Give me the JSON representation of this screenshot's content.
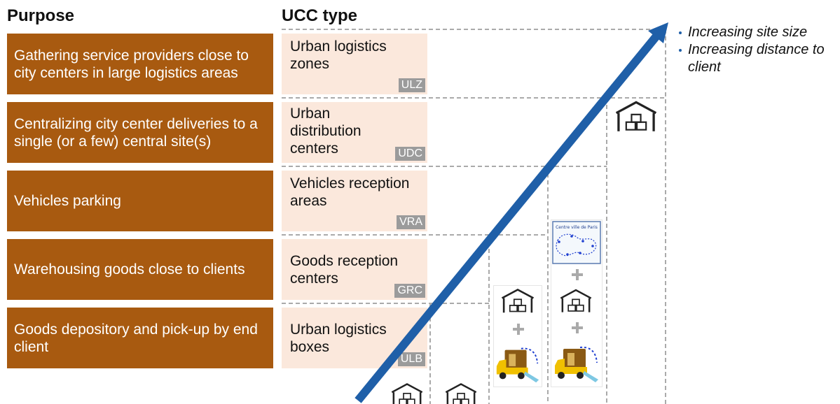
{
  "headings": {
    "purpose": "Purpose",
    "ucc_type": "UCC type"
  },
  "rows": [
    {
      "purpose": "Gathering service providers close to city centers in large logistics areas",
      "ucc": "Urban logistics zones",
      "code": "ULZ"
    },
    {
      "purpose": "Centralizing city center deliveries to a single (or a few) central site(s)",
      "ucc": "Urban distribution centers",
      "code": "UDC"
    },
    {
      "purpose": "Vehicles parking",
      "ucc": "Vehicles reception areas",
      "code": "VRA"
    },
    {
      "purpose": "Warehousing goods close to clients",
      "ucc": "Goods reception centers",
      "code": "GRC"
    },
    {
      "purpose": "Goods depository and pick-up by end client",
      "ucc": "Urban logistics boxes",
      "code": "ULB"
    }
  ],
  "notes": [
    "Increasing site size",
    "Increasing distance to client"
  ],
  "map_label": "Centre ville de Paris",
  "icons": {
    "warehouse": "warehouse-icon",
    "truck": "delivery-truck-icon",
    "plus": "plus-icon",
    "map": "route-map-icon",
    "arrow": "diagonal-arrow-icon"
  },
  "colors": {
    "purpose_bg": "#a85a10",
    "ucc_bg": "#fbe8dc",
    "code_badge": "#9b9b9b",
    "arrow": "#1f5fa8",
    "dashed_lines": "#aaaaaa"
  }
}
